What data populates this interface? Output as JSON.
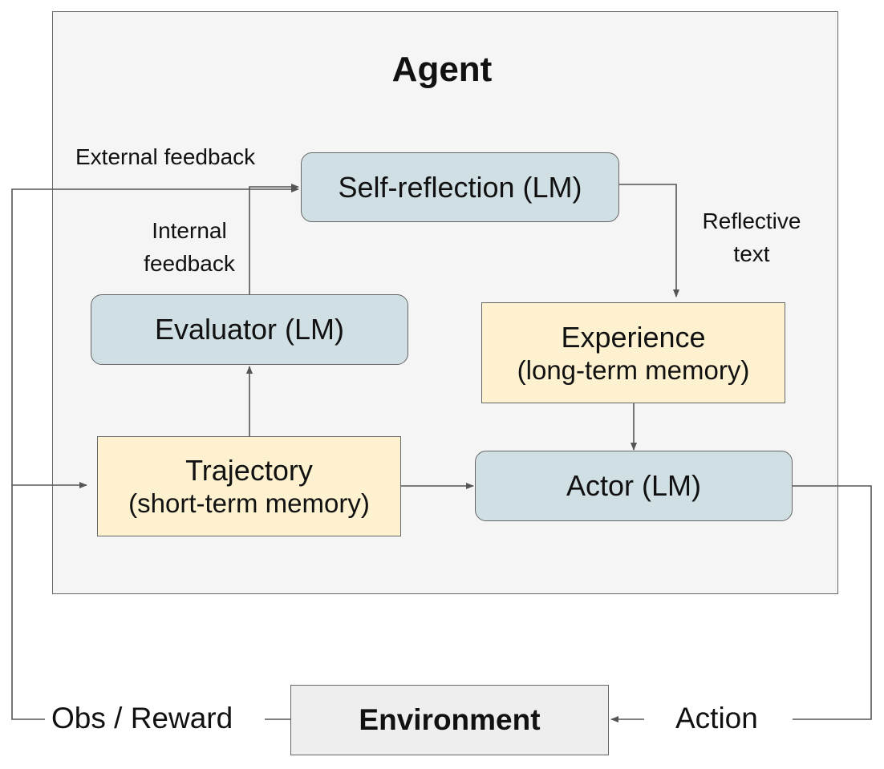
{
  "title": "Agent",
  "nodes": {
    "self_reflection": "Self-reflection (LM)",
    "evaluator": "Evaluator (LM)",
    "experience": {
      "line1": "Experience",
      "line2": "(long-term memory)"
    },
    "trajectory": {
      "line1": "Trajectory",
      "line2": "(short-term memory)"
    },
    "actor": "Actor (LM)",
    "environment": "Environment"
  },
  "labels": {
    "external_feedback": "External feedback",
    "internal_feedback": {
      "line1": "Internal",
      "line2": "feedback"
    },
    "reflective_text": {
      "line1": "Reflective",
      "line2": "text"
    },
    "obs_reward": "Obs / Reward",
    "action": "Action"
  },
  "colors": {
    "lm_fill": "#d0dfe4",
    "memory_fill": "#fdf1cf",
    "environment_fill": "#eeeeee",
    "agent_fill": "#f5f5f5",
    "stroke": "#666666"
  }
}
